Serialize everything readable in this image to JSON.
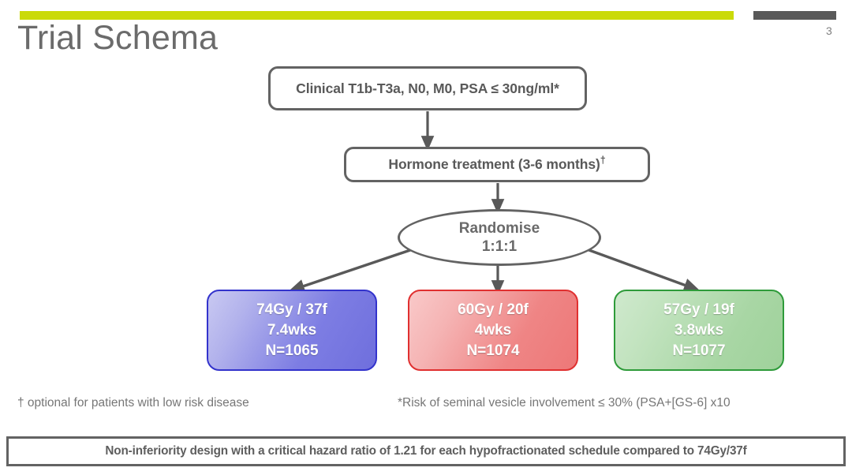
{
  "slide": {
    "title": "Trial Schema",
    "page_number": "3",
    "accent_color": "#cada09",
    "accent_color_secondary": "#595959",
    "title_color": "#6b6b6b"
  },
  "flow": {
    "eligibility": {
      "text": "Clinical T1b-T3a, N0, M0, PSA ≤ 30ng/ml",
      "marker": "*"
    },
    "hormone": {
      "text": "Hormone treatment (3-6 months)",
      "marker": "†"
    },
    "randomise": {
      "label": "Randomise",
      "ratio": "1:1:1"
    },
    "arrow_color": "#595959"
  },
  "arms": [
    {
      "dose": "74Gy / 37f",
      "duration": "7.4wks",
      "n": "N=1065",
      "border_color": "#3333cc",
      "fill_color": "#7d7de3"
    },
    {
      "dose": "60Gy / 20f",
      "duration": "4wks",
      "n": "N=1074",
      "border_color": "#e03030",
      "fill_color": "#ef8585"
    },
    {
      "dose": "57Gy / 19f",
      "duration": "3.8wks",
      "n": "N=1077",
      "border_color": "#2e9b3a",
      "fill_color": "#a8d6a4"
    }
  ],
  "footnotes": {
    "dagger": "† optional for patients with low risk disease",
    "star": "*Risk of seminal vesicle involvement ≤ 30% (PSA+[GS-6] x10"
  },
  "banner": {
    "text": "Non-inferiority design with a critical hazard ratio of 1.21 for each hypofractionated schedule  compared to 74Gy/37f"
  }
}
